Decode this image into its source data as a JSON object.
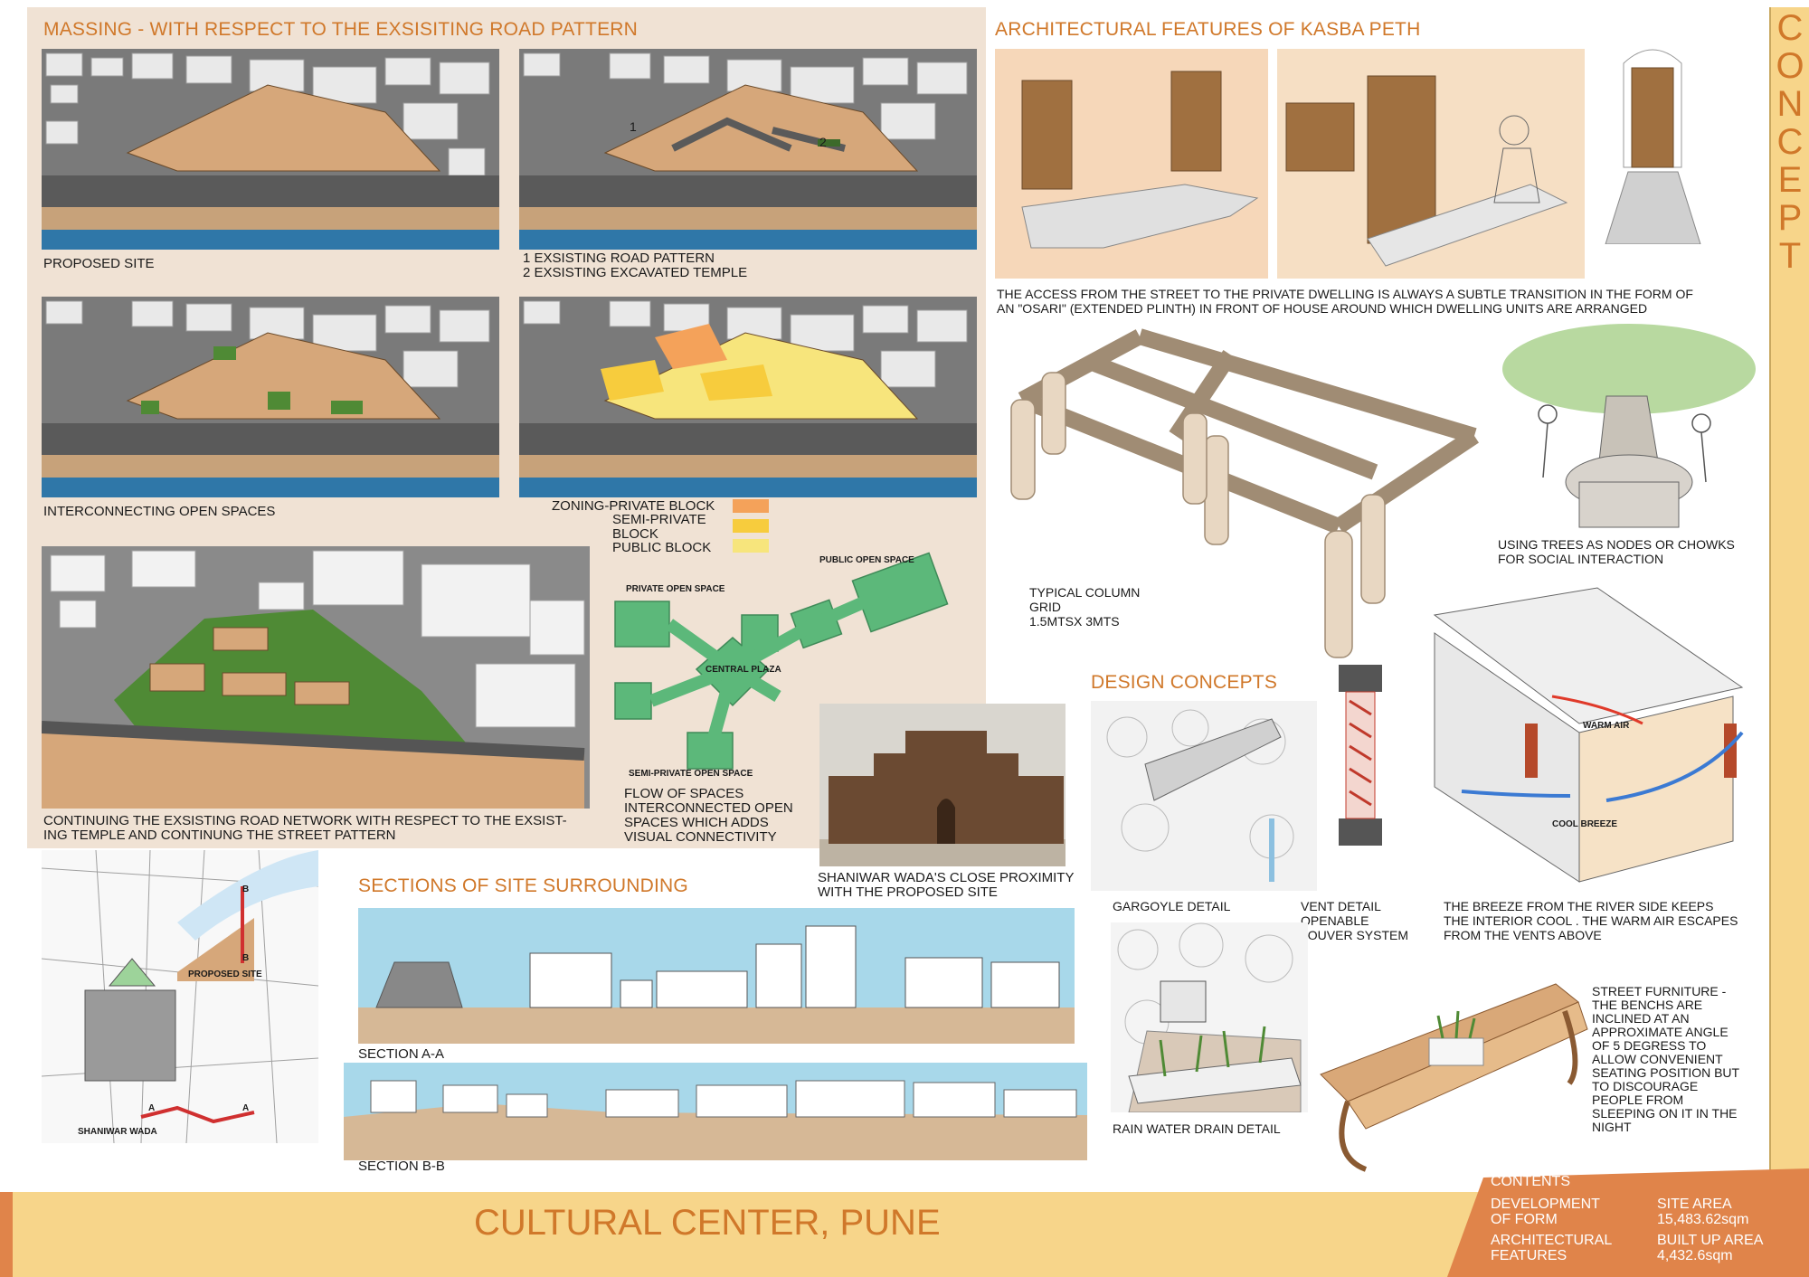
{
  "massing": {
    "heading": "MASSING - WITH RESPECT TO THE EXSISITING ROAD PATTERN",
    "panels": [
      {
        "caption": "PROPOSED SITE"
      },
      {
        "caption": "1  EXSISTING ROAD PATTERN\n2  EXSISTING EXCAVATED TEMPLE",
        "marker1": "1",
        "marker2": "2"
      },
      {
        "caption": "INTERCONNECTING OPEN SPACES"
      },
      {
        "caption": ""
      }
    ],
    "zoning": {
      "lines": [
        "ZONING-PRIVATE BLOCK",
        "SEMI-PRIVATE",
        "BLOCK",
        "PUBLIC BLOCK"
      ],
      "colors": [
        "#f4a25a",
        "#f7cc3d",
        "#f7e57c"
      ]
    },
    "continuing_caption": "CONTINUING THE EXSISTING ROAD NETWORK WITH RESPECT TO THE EXSIST-\nING TEMPLE AND CONTINUNG THE STREET PATTERN",
    "flow": {
      "private": "PRIVATE OPEN SPACE",
      "public": "PUBLIC OPEN SPACE",
      "plaza": "CENTRAL PLAZA",
      "semi": "SEMI-PRIVATE OPEN SPACE",
      "caption": "FLOW OF SPACES\nINTERCONNECTED OPEN\nSPACES WHICH ADDS\nVISUAL CONNECTIVITY",
      "color": "#5cb87a"
    },
    "shaniwar_caption": "SHANIWAR WADA'S CLOSE PROXIMITY\nWITH THE PROPOSED SITE"
  },
  "architectural": {
    "heading": "ARCHITECTURAL FEATURES OF KASBA PETH",
    "osari_caption": "THE ACCESS FROM THE STREET TO THE PRIVATE DWELLING IS ALWAYS A SUBTLE TRANSITION IN THE FORM OF\nAN \"OSARI\" (EXTENDED PLINTH) IN FRONT OF HOUSE AROUND WHICH DWELLING UNITS ARE ARRANGED",
    "column_caption": "TYPICAL COLUMN\nGRID\n1.5MTSx 3MTS",
    "trees_caption": "USING TREES  AS NODES OR CHOWKS\nFOR SOCIAL INTERACTION"
  },
  "design": {
    "heading": "DESIGN CONCEPTS",
    "gargoyle": "GARGOYLE DETAIL",
    "vent": "VENT DETAIL\nOPENABLE\nLOUVER SYSTEM",
    "breeze": "THE  BREEZE FROM THE RIVER SIDE KEEPS\nTHE INTERIOR COOL . THE WARM AIR ESCAPES\nFROM THE VENTS ABOVE",
    "warm_air": "WARM AIR",
    "cool_breeze": "COOL BREEZE",
    "drain": "RAIN WATER DRAIN DETAIL",
    "furniture": "STREET FURNITURE -\nTHE BENCHS ARE\nINCLINED AT AN\nAPPROXIMATE ANGLE\nOF 5 DEGRESS TO\nALLOW CONVENIENT\nSEATING POSITION BUT\nTO DISCOURAGE\nPEOPLE FROM\nSLEEPING ON IT IN THE\nNIGHT"
  },
  "sections": {
    "heading": "SECTIONS OF SITE SURROUNDING",
    "a": "SECTION A-A",
    "b": "SECTION B-B"
  },
  "site_map": {
    "proposed": "PROPOSED SITE",
    "shaniwar": "SHANIWAR WADA",
    "labels": [
      "B",
      "B",
      "A",
      "A"
    ]
  },
  "sidebar": {
    "letters": [
      "C",
      "O",
      "N",
      "C",
      "E",
      "P",
      "T"
    ]
  },
  "footer": {
    "title": "CULTURAL CENTER, PUNE",
    "contents_label": "CONTENTS",
    "contents": [
      "DEVELOPMENT\nOF FORM",
      "ARCHITECTURAL\nFEATURES"
    ],
    "site_area_label": "SITE AREA",
    "site_area": "15,483.62sqm",
    "built_label": "BUILT UP AREA",
    "built": "4,432.6sqm"
  },
  "colors": {
    "accent": "#d0782a",
    "panel_bg": "#f0e2d4",
    "footer_bg": "#f7d58a",
    "footer_band": "#e0844a",
    "site": "#d6a77a",
    "water": "#2f77a8"
  }
}
